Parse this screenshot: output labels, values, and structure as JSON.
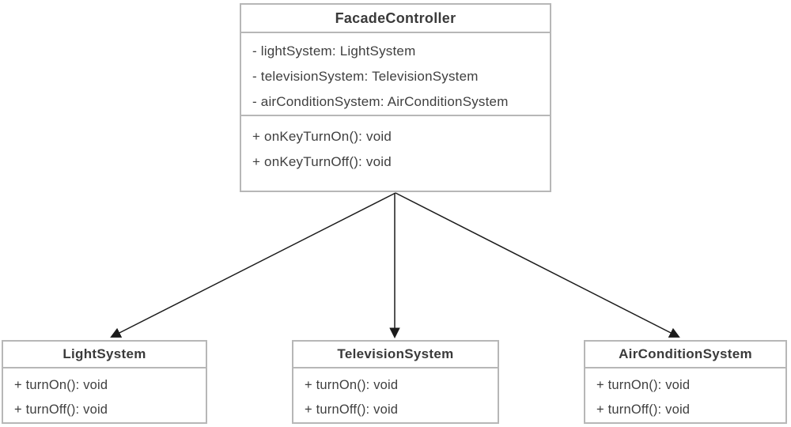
{
  "facade": {
    "name": "FacadeController",
    "attributes": [
      "- lightSystem: LightSystem",
      "- televisionSystem: TelevisionSystem",
      "- airConditionSystem: AirConditionSystem"
    ],
    "methods": [
      "+ onKeyTurnOn(): void",
      "+ onKeyTurnOff(): void"
    ]
  },
  "subsystems": [
    {
      "name": "LightSystem",
      "methods": [
        "+ turnOn(): void",
        "+ turnOff(): void"
      ]
    },
    {
      "name": "TelevisionSystem",
      "methods": [
        "+ turnOn(): void",
        "+ turnOff(): void"
      ]
    },
    {
      "name": "AirConditionSystem",
      "methods": [
        "+ turnOn(): void",
        "+ turnOff(): void"
      ]
    }
  ],
  "relations": [
    {
      "from": "FacadeController",
      "to": "LightSystem",
      "style": "solid-line-filled-arrowhead"
    },
    {
      "from": "FacadeController",
      "to": "TelevisionSystem",
      "style": "solid-line-filled-arrowhead"
    },
    {
      "from": "FacadeController",
      "to": "AirConditionSystem",
      "style": "solid-line-filled-arrowhead"
    }
  ],
  "colors": {
    "background": "#ffffff",
    "box_border": "#b7b7b7",
    "text": "#3f3f3f",
    "arrow": "#1b1b1b"
  }
}
